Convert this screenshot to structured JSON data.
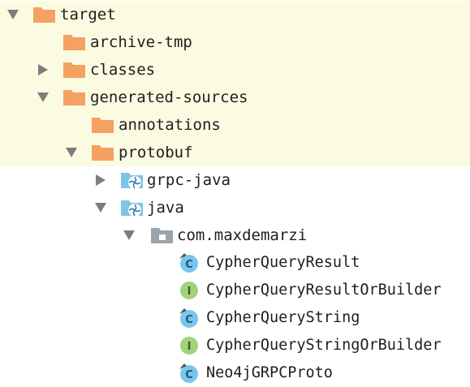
{
  "colors": {
    "highlight": "#fbfbe1",
    "folder_orange": "#f4a161",
    "source_folder_blue": "#7ec4e8",
    "package_gray": "#9aa5ab",
    "class_circle": "#76c7ee",
    "interface_circle": "#a3d17a",
    "arrow_gray": "#7d7d7d"
  },
  "tree": {
    "items": [
      {
        "label": "target",
        "icon": "folder-icon",
        "expanded": true
      },
      {
        "label": "archive-tmp",
        "icon": "folder-icon"
      },
      {
        "label": "classes",
        "icon": "folder-icon",
        "expanded": false
      },
      {
        "label": "generated-sources",
        "icon": "folder-icon",
        "expanded": true
      },
      {
        "label": "annotations",
        "icon": "folder-icon"
      },
      {
        "label": "protobuf",
        "icon": "folder-icon",
        "expanded": true
      },
      {
        "label": "grpc-java",
        "icon": "source-folder-icon",
        "expanded": false
      },
      {
        "label": "java",
        "icon": "source-folder-icon",
        "expanded": true
      },
      {
        "label": "com.maxdemarzi",
        "icon": "package-icon",
        "expanded": true
      },
      {
        "label": "CypherQueryResult",
        "icon": "class-icon",
        "badge": "C"
      },
      {
        "label": "CypherQueryResultOrBuilder",
        "icon": "interface-icon",
        "badge": "I"
      },
      {
        "label": "CypherQueryString",
        "icon": "class-icon",
        "badge": "C"
      },
      {
        "label": "CypherQueryStringOrBuilder",
        "icon": "interface-icon",
        "badge": "I"
      },
      {
        "label": "Neo4jGRPCProto",
        "icon": "class-icon",
        "badge": "C"
      }
    ]
  }
}
